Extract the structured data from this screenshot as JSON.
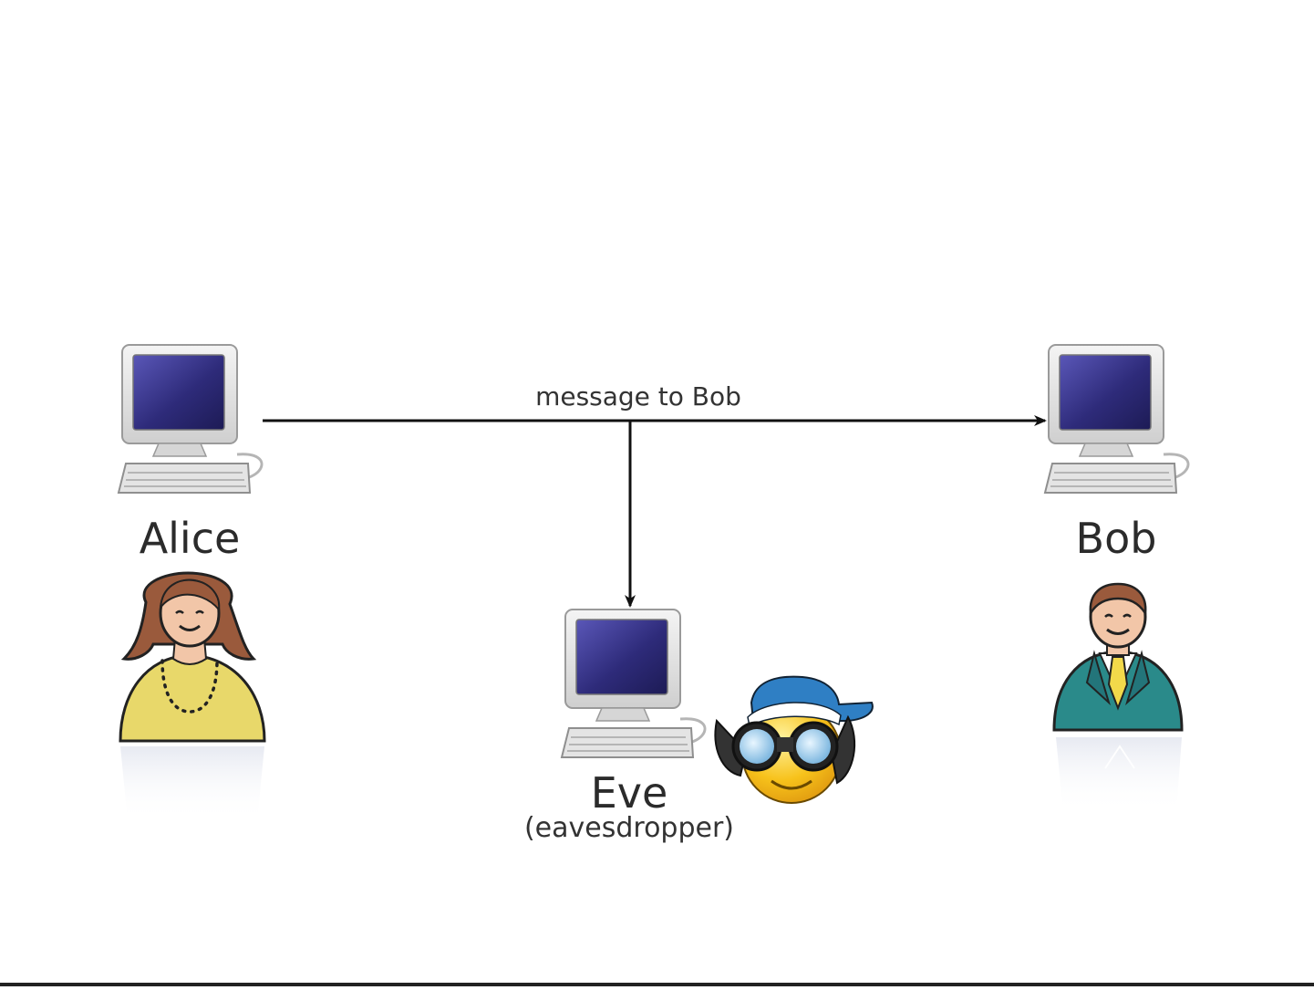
{
  "diagram": {
    "nodes": {
      "alice": {
        "label": "Alice"
      },
      "bob": {
        "label": "Bob"
      },
      "eve": {
        "label": "Eve",
        "sublabel": "(eavesdropper)"
      }
    },
    "edges": [
      {
        "from": "alice",
        "to": "bob",
        "label": "message to Bob"
      },
      {
        "from": "message",
        "to": "eve",
        "label": ""
      }
    ]
  },
  "colors": {
    "screen": "#2e2b7a",
    "monitor_case": "#e6e6e6",
    "alice_shirt": "#e8d86a",
    "alice_hair": "#9a5a3c",
    "bob_suit": "#2a8a8a",
    "bob_tie": "#f2d94a",
    "skin": "#f2c6a8",
    "smiley": "#f7c21b",
    "cap": "#2f7fc4"
  }
}
